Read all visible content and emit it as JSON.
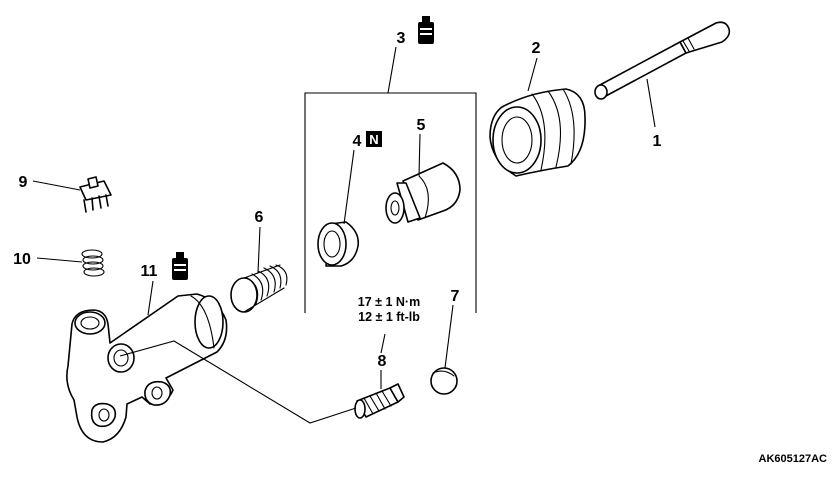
{
  "callouts": {
    "c1": "1",
    "c2": "2",
    "c3": "3",
    "c4": "4",
    "c5": "5",
    "c6": "6",
    "c7": "7",
    "c8": "8",
    "c9": "9",
    "c10": "10",
    "c11": "11"
  },
  "symbols": {
    "n_letter": "N",
    "grease_icon": "grease-tube-icon",
    "new_part_icon": "n-box-icon"
  },
  "torque": {
    "metric": "17 ± 1 N·m",
    "imperial": "12 ± 1 ft-lb"
  },
  "reference_code": "AK605127AC"
}
